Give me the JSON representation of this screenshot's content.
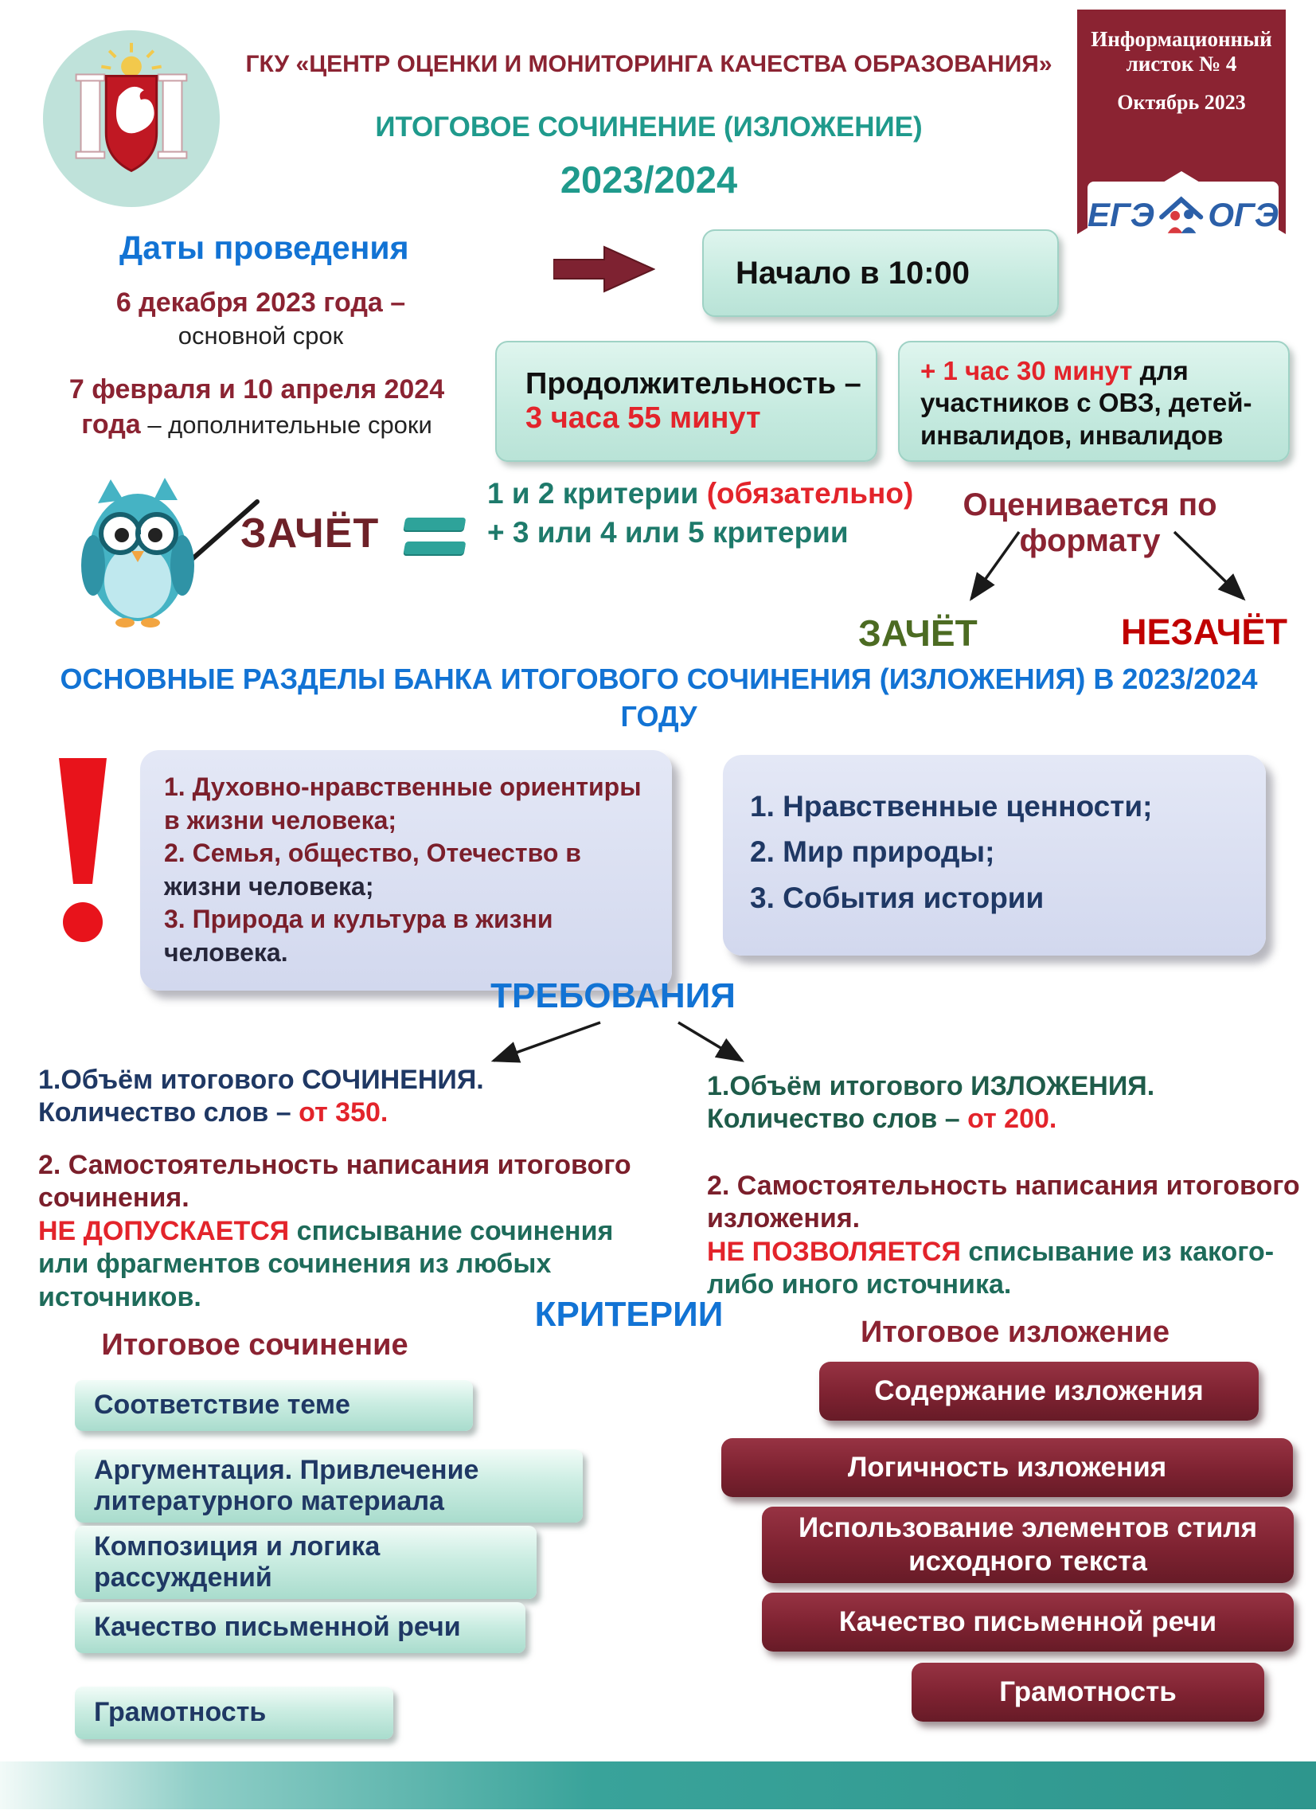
{
  "header": {
    "org_title": "ГКУ «ЦЕНТР ОЦЕНКИ И МОНИТОРИНГА КАЧЕСТВА ОБРАЗОВАНИЯ»",
    "doc_title": "ИТОГОВОЕ СОЧИНЕНИЕ (ИЗЛОЖЕНИЕ)",
    "season": "2023/2024"
  },
  "ribbon": {
    "line1": "Информационный",
    "line2": "листок № 4",
    "date": "Октябрь 2023",
    "logo_left": "ЕГЭ",
    "logo_right": "ОГЭ"
  },
  "dates": {
    "heading": "Даты проведения",
    "main_date": "6 декабря 2023 года –",
    "main_label": "основной срок",
    "extra_date": "7 февраля и 10 апреля 2024 года",
    "extra_label": " – дополнительные сроки"
  },
  "zachet": {
    "label": "ЗАЧЁТ",
    "part1": "1 и 2 критерии ",
    "part2": "(обязательно)",
    "part3": " + 3 или 4 или 5 критерии"
  },
  "boxes": {
    "start": "Начало в 10:00",
    "duration_label": "Продолжительность –",
    "duration_value": "3 часа 55 минут",
    "extra_time_value": "+ 1 час 30 минут",
    "extra_time_label": " для участников с ОВЗ, детей-инвалидов, инвалидов"
  },
  "format": {
    "heading": "Оценивается по формату",
    "pass": "ЗАЧЁТ",
    "fail": "НЕЗАЧЁТ"
  },
  "sections": {
    "heading": "ОСНОВНЫЕ РАЗДЕЛЫ БАНКА ИТОГОВОГО СОЧИНЕНИЯ (ИЗЛОЖЕНИЯ) В 2023/2024 ГОДУ",
    "essay_items": [
      {
        "main": "1. Духовно-нравственные ориентиры в жизни человека;",
        "rest": ""
      },
      {
        "main": "2. Семья, общество, Отечество в ",
        "rest": "жизни человека;"
      },
      {
        "main": "3. Природа и культура   в жизни ",
        "rest": "человека."
      }
    ],
    "izlozhenie_items": [
      "1. Нравственные ценности;",
      "2. Мир природы;",
      "3. События истории"
    ]
  },
  "requirements": {
    "heading": "ТРЕБОВАНИЯ",
    "essay": {
      "volume_main": "1.Объём итогового СОЧИНЕНИЯ. Количество слов – ",
      "volume_value": "от 350.",
      "independence": "2. Самостоятельность написания итогового сочинения.",
      "ban_red": "НЕ ДОПУСКАЕТСЯ",
      "ban_rest": " списывание сочинения или фрагментов сочинения из любых источников."
    },
    "izlozhenie": {
      "volume_main": "1.Объём итогового ИЗЛОЖЕНИЯ. Количество слов – ",
      "volume_value": "от 200.",
      "independence": "2. Самостоятельность написания итогового изложения.",
      "ban_red": "НЕ ПОЗВОЛЯЕТСЯ",
      "ban_rest": " списывание из какого-либо иного источника."
    }
  },
  "criteria": {
    "heading": "КРИТЕРИИ",
    "essay_title": "Итоговое сочинение",
    "izlozhenie_title": "Итоговое изложение",
    "essay_items": [
      "Соответствие теме",
      "Аргументация. Привлечение литературного материала",
      "Композиция и логика рассуждений",
      "Качество письменной речи",
      "Грамотность"
    ],
    "izlozhenie_items": [
      "Содержание изложения",
      "Логичность изложения",
      "Использование элементов стиля исходного текста",
      "Качество письменной речи",
      "Грамотность"
    ]
  },
  "colors": {
    "maroon": "#8B2332",
    "red_accent": "#E3242B",
    "teal": "#1F9A8C",
    "blue_heading": "#1273D4",
    "navy": "#1F3864",
    "green_pass": "#4C6B22",
    "mint_box": "#C5EADF",
    "lavender_box": "#D9DDF0"
  },
  "icons": {
    "emblem": "crimea-coat-of-arms",
    "logo": "ege-oge-house-logo",
    "owl": "owl-with-pointer",
    "equals": "equals-sign",
    "arrow": "block-arrow-right",
    "exclamation": "exclamation-mark"
  }
}
